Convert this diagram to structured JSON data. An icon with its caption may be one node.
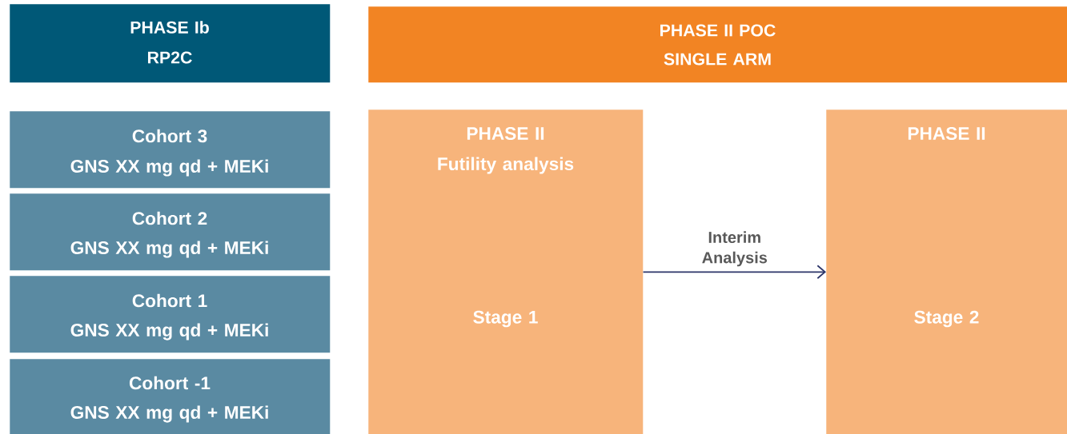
{
  "diagram": {
    "nodes": [
      {
        "text": [
          "PHASE Ib",
          "RP2C"
        ]
      },
      {
        "text": [
          "PHASE II POC",
          "SINGLE ARM"
        ]
      },
      {
        "text": [
          "Cohort 3",
          "GNS XX mg qd + MEKi"
        ]
      },
      {
        "text": [
          "Cohort 2",
          "GNS XX mg qd + MEKi"
        ]
      },
      {
        "text": [
          "Cohort 1",
          "GNS XX mg qd + MEKi"
        ]
      },
      {
        "text": [
          "Cohort -1",
          "GNS XX mg qd + MEKi"
        ]
      },
      {
        "text": [
          "PHASE II",
          "Futility analysis",
          "Stage 1"
        ]
      },
      {
        "text": [
          "PHASE II",
          "Stage 2"
        ]
      }
    ],
    "edges": [
      {
        "from": 6,
        "to": 7,
        "arrow": "to",
        "label": "Interim Analysis"
      }
    ]
  }
}
